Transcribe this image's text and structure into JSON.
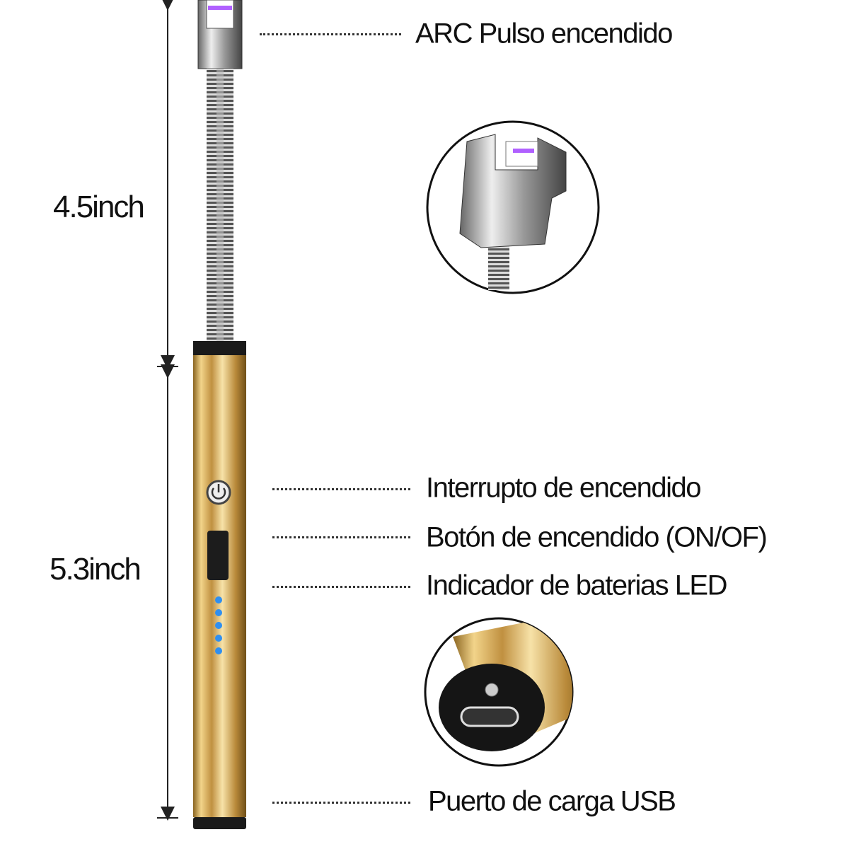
{
  "dimensions": {
    "neck_length": "4.5inch",
    "body_length": "5.3inch"
  },
  "callouts": [
    {
      "id": "arc",
      "text": "ARC Pulso encendido"
    },
    {
      "id": "switch",
      "text": "Interrupto de encendido"
    },
    {
      "id": "button",
      "text": "Botón de encendido (ON/OF)"
    },
    {
      "id": "led",
      "text": "Indicador de baterias LED"
    },
    {
      "id": "usb",
      "text": "Puerto de carga USB"
    }
  ],
  "colors": {
    "gold": "#c8a046",
    "led": "#2f8ff0",
    "arc": "#b060ff"
  },
  "battery_led_count": 5
}
